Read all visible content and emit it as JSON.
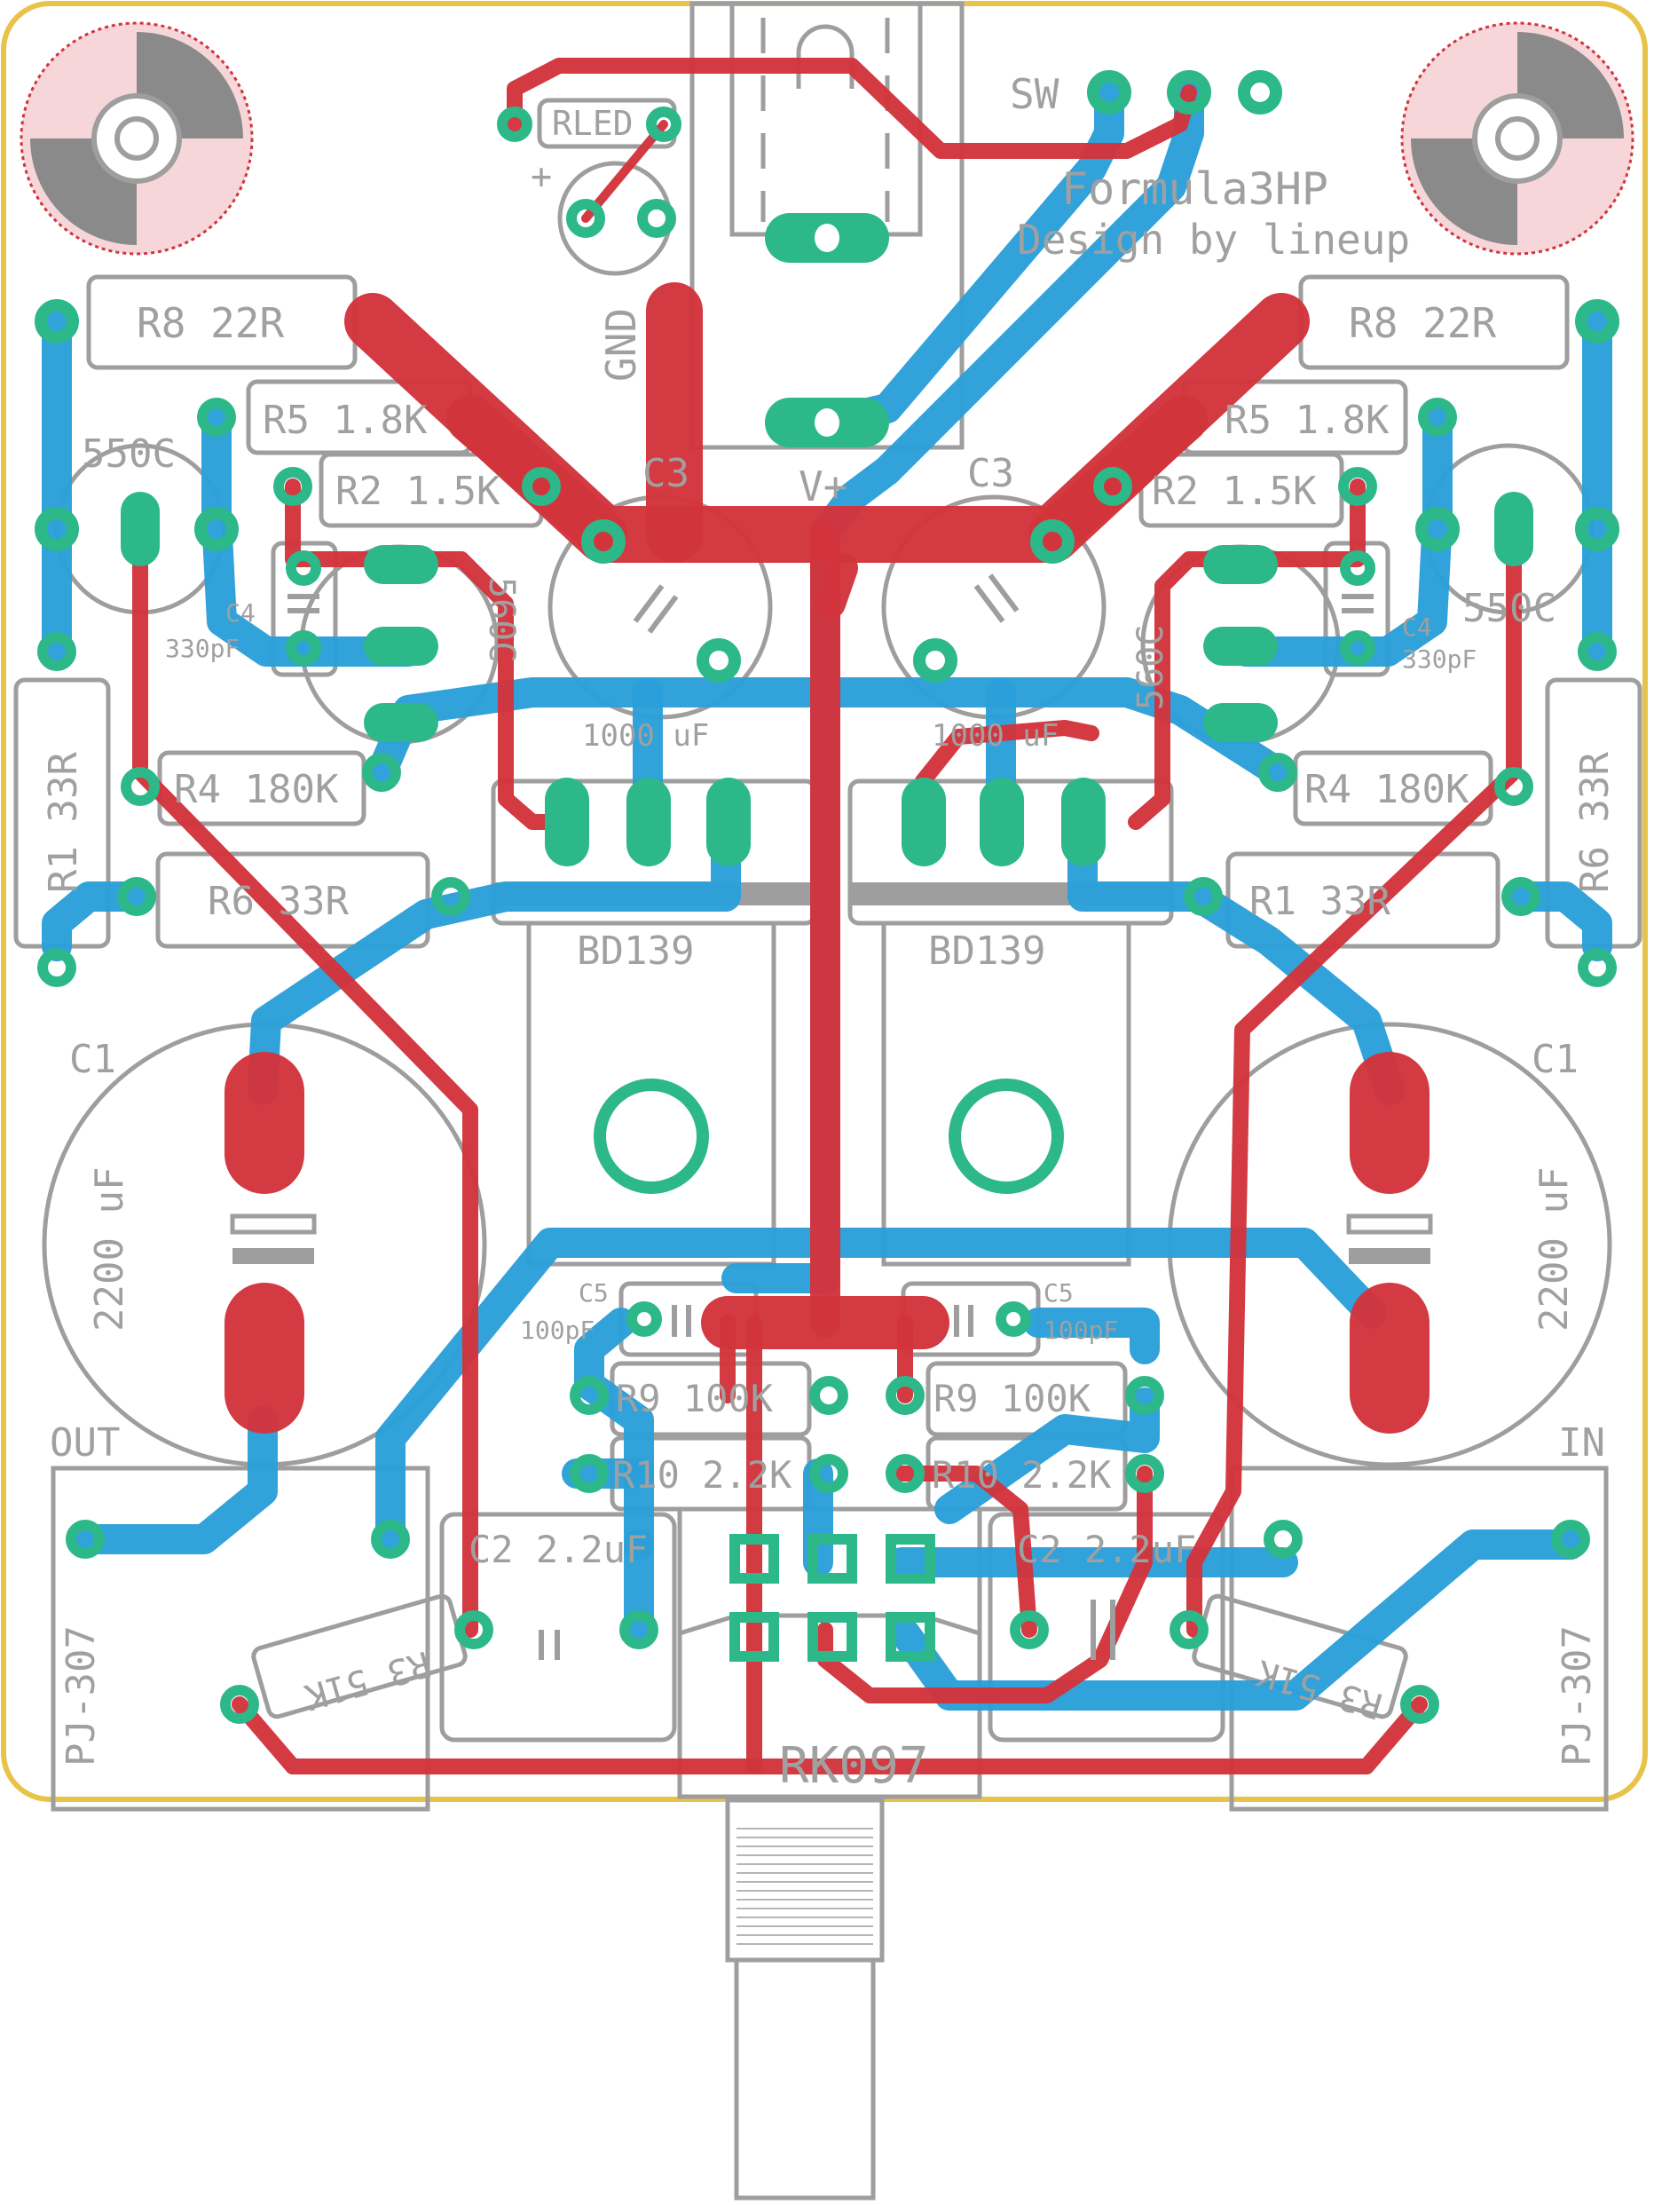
{
  "board": {
    "title": "Formula3HP",
    "subtitle": "Design by lineup",
    "colors": {
      "outline": "#e8c34a",
      "top_copper": "#d2343c",
      "bottom_copper": "#2a9fd9",
      "pad": "#2db889",
      "silkscreen": "#a0a0a0"
    }
  },
  "labels": {
    "sw": "SW",
    "gnd": "GND",
    "vplus": "V+",
    "out": "OUT",
    "in": "IN",
    "rled": "RLED",
    "plus": "+",
    "rk097": "RK097",
    "pj307": "PJ-307"
  },
  "components": {
    "r8": "R8 22R",
    "r5": "R5 1.8K",
    "r2": "R2 1.5K",
    "c550": "550C",
    "c560": "560C",
    "c4": "C4",
    "c4val": "330pF",
    "c3": "C3",
    "c3val": "1000 uF",
    "r4": "R4 180K",
    "r1": "R1 33R",
    "r6": "R6 33R",
    "bd139": "BD139",
    "c1": "C1",
    "c1val": "2200 uF",
    "c5": "C5",
    "c5val": "100pF",
    "r9": "R9 100K",
    "r10": "R10 2.2K",
    "r10_right": "R10 2.2K",
    "c2": "C2 2.2uF",
    "r3": "R3 51K"
  }
}
